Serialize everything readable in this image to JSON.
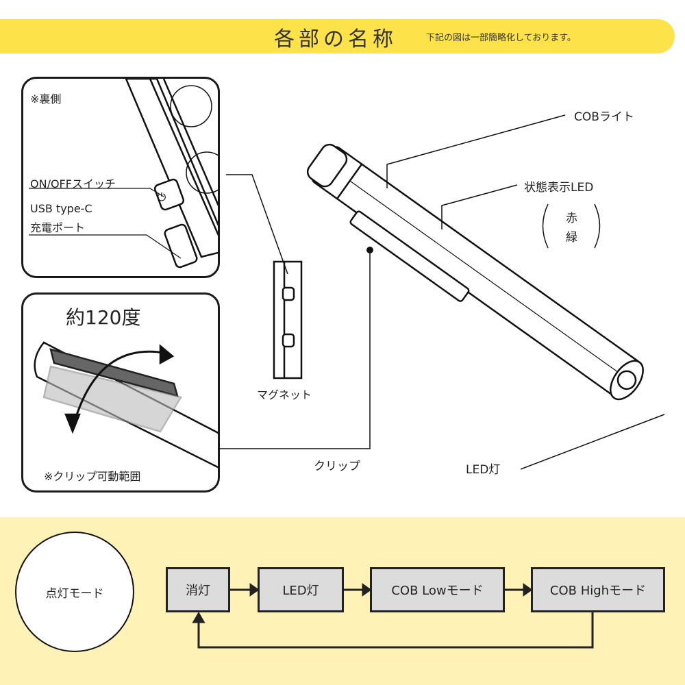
{
  "header": {
    "title": "各部の名称",
    "subtitle": "下記の図は一部簡略化しております。",
    "color": "#fde24a"
  },
  "back_panel": {
    "note": "※裏側",
    "on_off_label": "ON/OFFスイッチ",
    "usb_label_1": "USB type-C",
    "usb_label_2": "充電ポート"
  },
  "clip_panel": {
    "angle_label": "約120度",
    "note": "※クリップ可動範囲"
  },
  "parts": {
    "cob_light": "COBライト",
    "status_led": "状態表示LED",
    "status_colors": [
      "赤",
      "緑"
    ],
    "magnet": "マグネット",
    "clip": "クリップ",
    "led_light": "LED灯"
  },
  "modes": {
    "title": "点灯モード",
    "steps": [
      "消灯",
      "LED灯",
      "COB Lowモード",
      "COB Highモード"
    ],
    "background": "#fef2b6"
  }
}
